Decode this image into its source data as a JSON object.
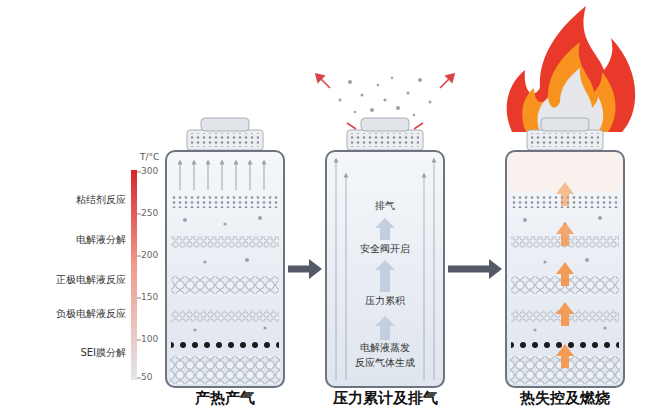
{
  "diagram": {
    "nodes": [
      {
        "text": [
          "产热产气"
        ]
      },
      {
        "text": [
          "压力累计及排气"
        ]
      },
      {
        "text": [
          "热失控及燃烧"
        ]
      }
    ],
    "edges": [
      {
        "from": 0,
        "to": 1,
        "arrow": "to"
      },
      {
        "from": 1,
        "to": 2,
        "arrow": "to"
      }
    ],
    "labels": [
      "T/°C",
      "300",
      "250",
      "200",
      "150",
      "100",
      "50",
      "粘结剂反应",
      "电解液分解",
      "正极电解液反应",
      "负极电解液反应",
      "SEI膜分解",
      "排气",
      "安全阀开启",
      "压力累积",
      "电解液蒸发",
      "反应气体生成"
    ]
  }
}
